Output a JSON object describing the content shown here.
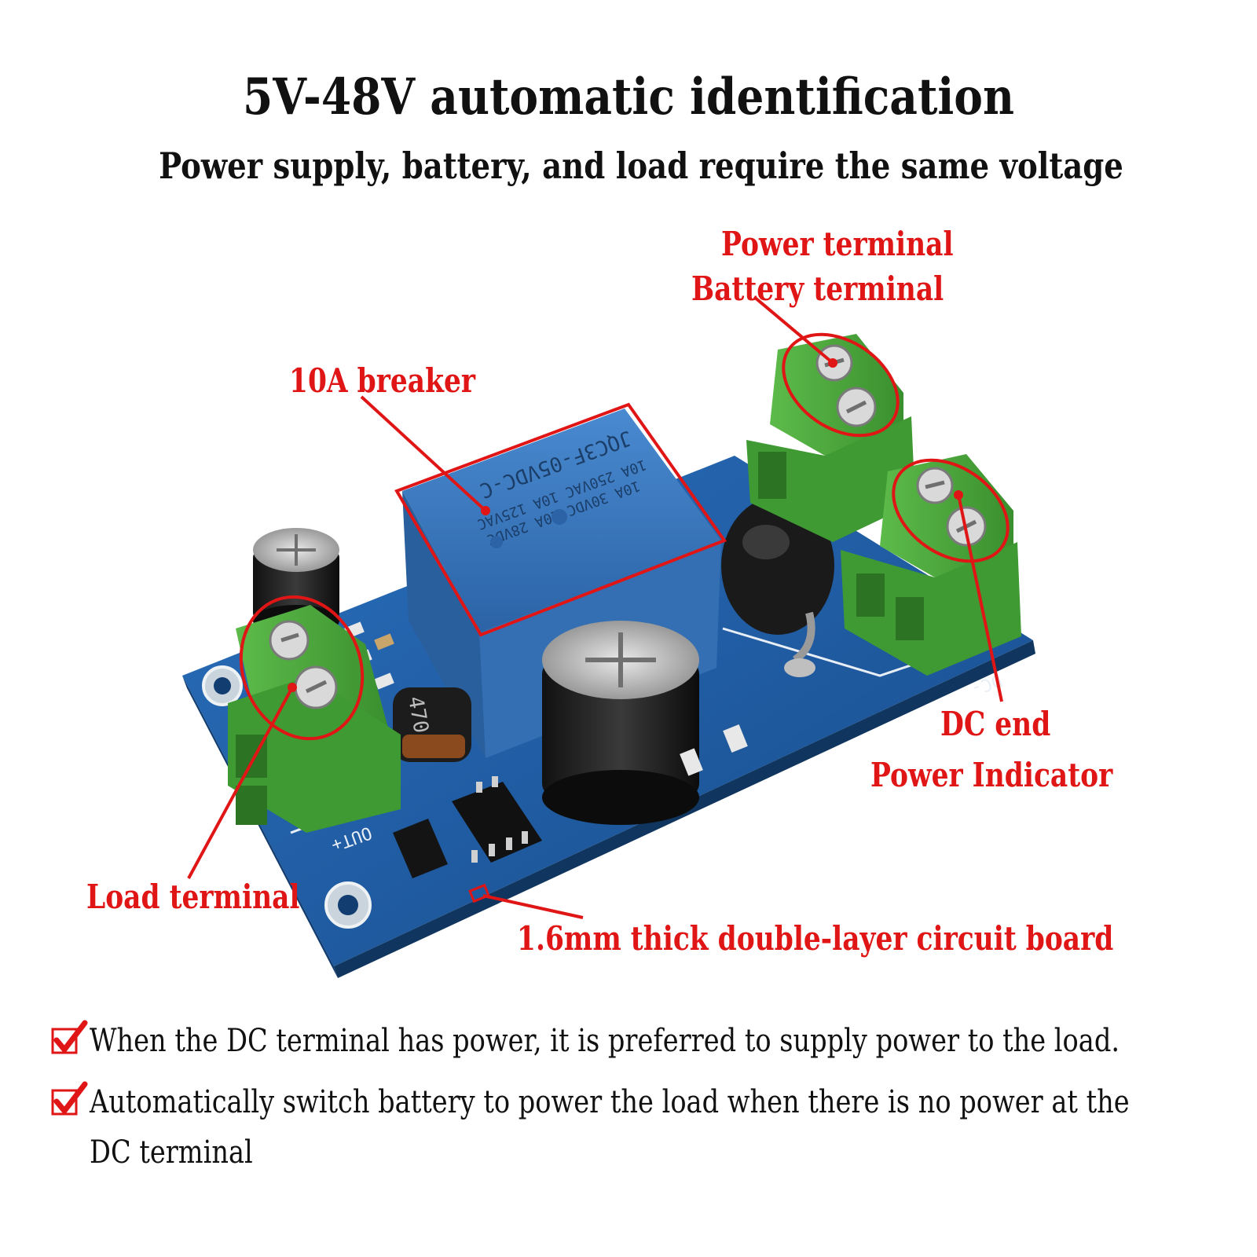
{
  "header": {
    "title": "5V-48V automatic identification",
    "subtitle": "Power supply, battery, and load require the same voltage"
  },
  "callouts": {
    "power_terminal": "Power terminal",
    "battery_terminal": "Battery terminal",
    "breaker": "10A breaker",
    "dc_end": "DC end",
    "power_indicator": "Power Indicator",
    "load_terminal": "Load terminal",
    "board": "1.6mm thick double-layer circuit board"
  },
  "board_markings": {
    "relay_model": "JQC3F-05VDC-C",
    "relay_rating_1": "10A 250VAC 10A 125VAC",
    "relay_rating_2": "10A 30VDC 10A 28VDC",
    "out_label": "OUT+",
    "dc_label": "DC-",
    "inductor_label": "470"
  },
  "features": [
    {
      "line1": "When the DC terminal has power, it is preferred to supply power to the load."
    },
    {
      "line1": "Automatically switch battery to power the load when there is no power at the",
      "line2": "DC terminal"
    }
  ],
  "colors": {
    "accent_red": "#e01515",
    "pcb_blue": "#1f5fa8",
    "terminal_green": "#4aa83c",
    "relay_blue": "#3d7fc4",
    "text_dark": "#111111"
  }
}
